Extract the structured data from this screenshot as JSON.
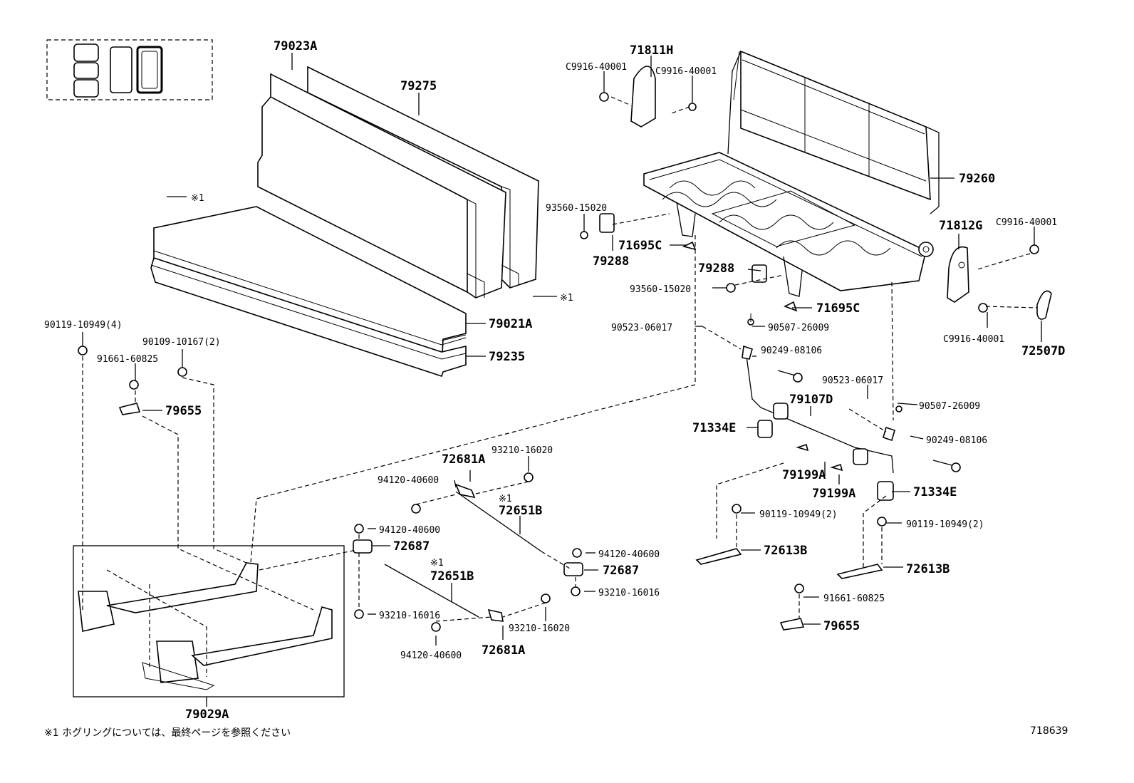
{
  "labels": {
    "l_79023A": "79023A",
    "l_79275": "79275",
    "l_71811H": "71811H",
    "l_C9916_a": "C9916-40001",
    "l_C9916_b": "C9916-40001",
    "l_C9916_c": "C9916-40001",
    "l_C9916_d": "C9916-40001",
    "l_79260": "79260",
    "l_71812G": "71812G",
    "l_72507D": "72507D",
    "l_93560_a": "93560-15020",
    "l_93560_b": "93560-15020",
    "l_79288_a": "79288",
    "l_79288_b": "79288",
    "l_71695C_a": "71695C",
    "l_71695C_b": "71695C",
    "l_ref1_a": "※1",
    "l_ref1_b": "※1",
    "l_ref1_c": "※1",
    "l_ref1_d": "※1",
    "l_79021A": "79021A",
    "l_79235": "79235",
    "l_90119_4": "90119-10949(4)",
    "l_90109": "90109-10167(2)",
    "l_91661_a": "91661-60825",
    "l_91661_b": "91661-60825",
    "l_79655_a": "79655",
    "l_79655_b": "79655",
    "l_90523_a": "90523-06017",
    "l_90523_b": "90523-06017",
    "l_90507_a": "90507-26009",
    "l_90507_b": "90507-26009",
    "l_90249_a": "90249-08106",
    "l_90249_b": "90249-08106",
    "l_79107D": "79107D",
    "l_71334E_a": "71334E",
    "l_71334E_b": "71334E",
    "l_79199A_a": "79199A",
    "l_79199A_b": "79199A",
    "l_72681A_a": "72681A",
    "l_72681A_b": "72681A",
    "l_93210_16020_a": "93210-16020",
    "l_93210_16020_b": "93210-16020",
    "l_94120_a": "94120-40600",
    "l_94120_b": "94120-40600",
    "l_94120_c": "94120-40600",
    "l_94120_d": "94120-40600",
    "l_72651B_a": "72651B",
    "l_72651B_b": "72651B",
    "l_72687_a": "72687",
    "l_72687_b": "72687",
    "l_93210_16016_a": "93210-16016",
    "l_93210_16016_b": "93210-16016",
    "l_90119_2a": "90119-10949(2)",
    "l_90119_2b": "90119-10949(2)",
    "l_72613B_a": "72613B",
    "l_72613B_b": "72613B",
    "l_79029A": "79029A"
  },
  "footnote": "※1  ホグリングについては、最終ページを参照ください",
  "figure_id": "718639"
}
